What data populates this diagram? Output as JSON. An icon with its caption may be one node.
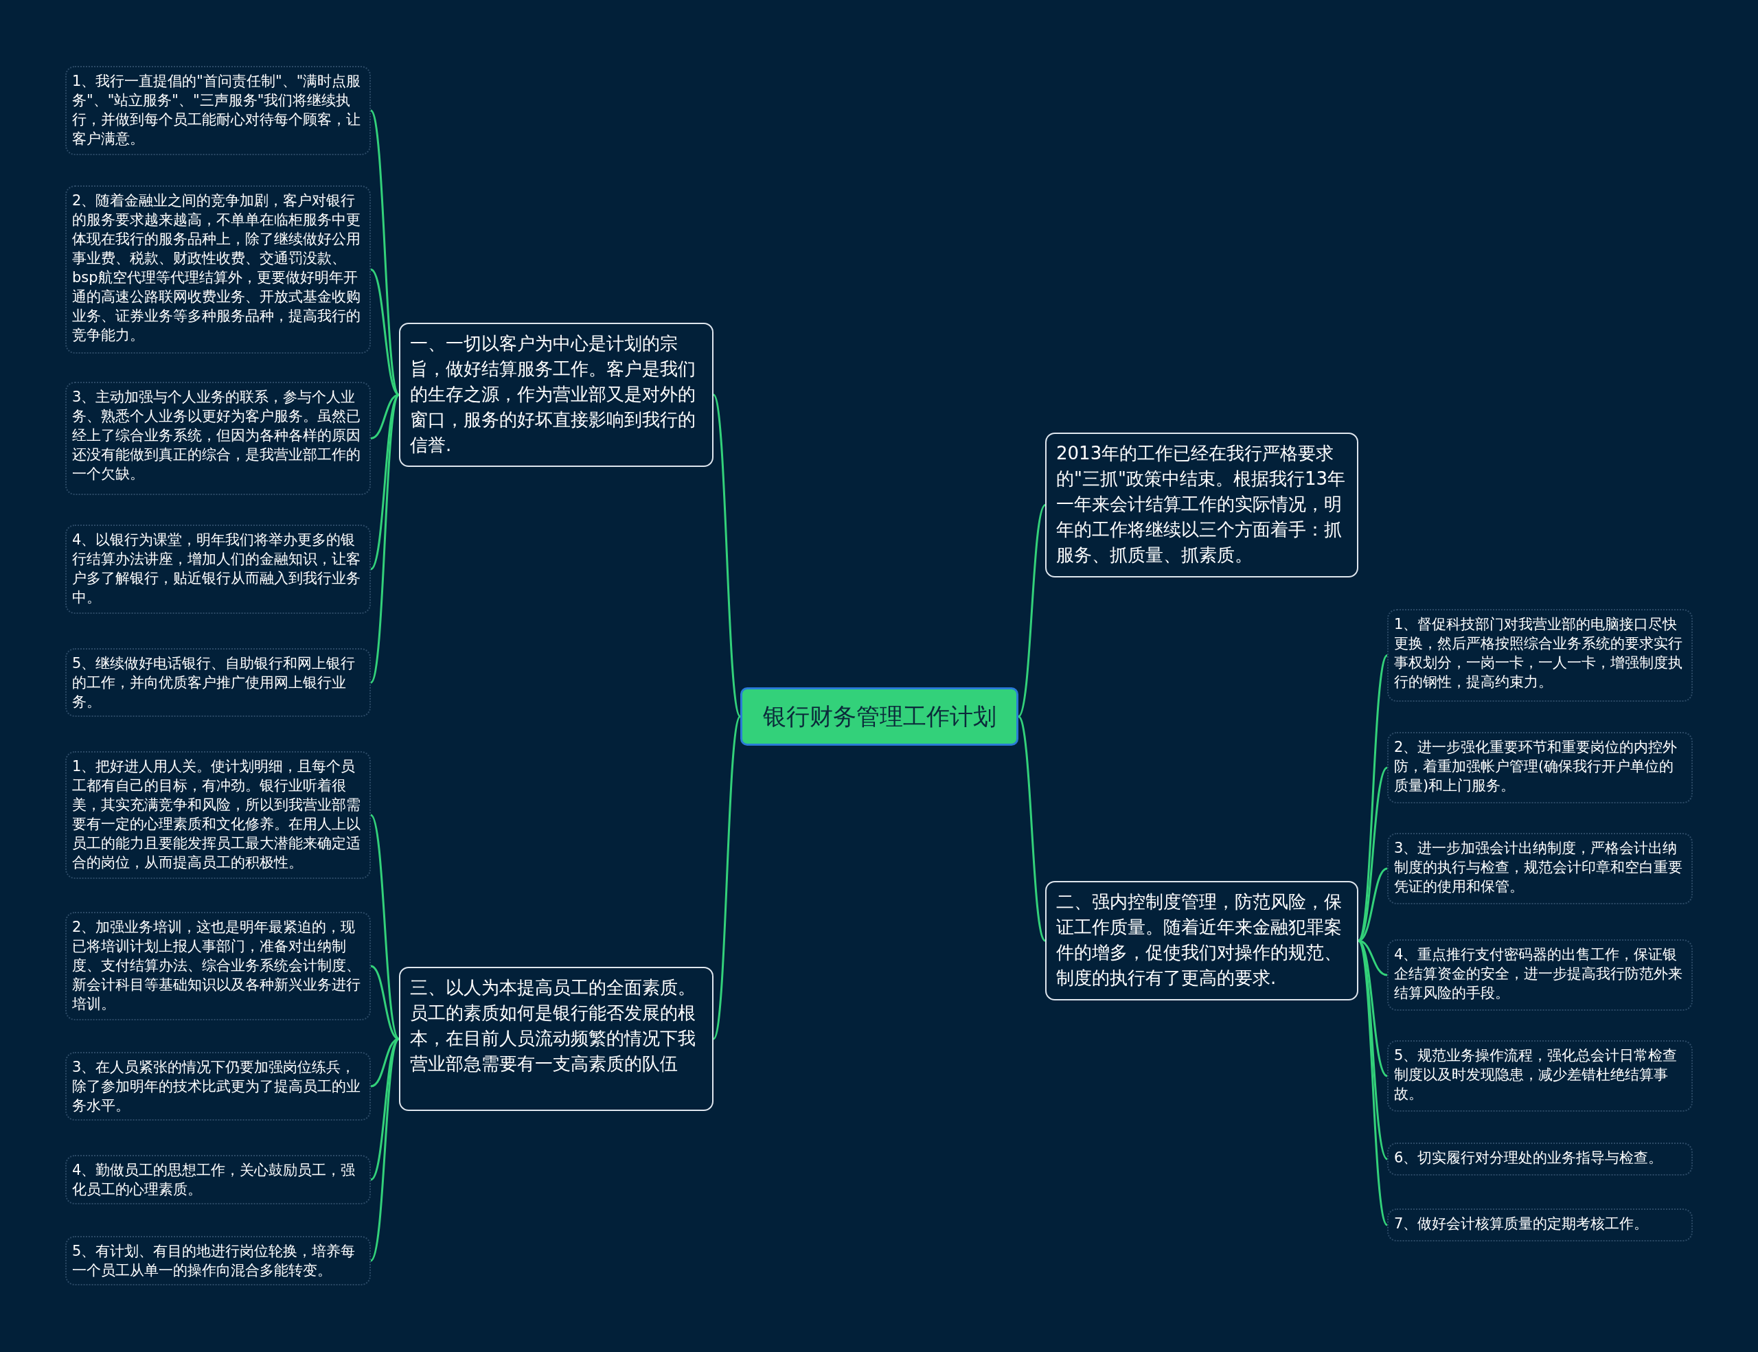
{
  "diagram": {
    "nodes": [
      {
        "text": [
          "银行财务管理工作计划"
        ]
      },
      {
        "text": [
          "一、一切以客户为中心是计划的宗旨，做好结算服务工作。客户是我们的生存之源，作为营业部又是对外的窗口，服务的好坏直接影响到我行的信誉."
        ]
      },
      {
        "text": [
          "1、我行一直提倡的\"首问责任制\"、\"满时点服务\"、\"站立服务\"、\"三声服务\"我们将继续执行，并做到每个员工能耐心对待每个顾客，让客户满意。"
        ]
      },
      {
        "text": [
          "2、随着金融业之间的竞争加剧，客户对银行的服务要求越来越高，不单单在临柜服务中更体现在我行的服务品种上，除了继续做好公用事业费、税款、财政性收费、交通罚没款、bsp航空代理等代理结算外，更要做好明年开通的高速公路联网收费业务、开放式基金收购业务、证券业务等多种服务品种，提高我行的竞争能力。"
        ]
      },
      {
        "text": [
          "3、主动加强与个人业务的联系，参与个人业务、熟悉个人业务以更好为客户服务。虽然已经上了综合业务系统，但因为各种各样的原因还没有能做到真正的综合，是我营业部工作的一个欠缺。"
        ]
      },
      {
        "text": [
          "4、以银行为课堂，明年我们将举办更多的银行结算办法讲座，增加人们的金融知识，让客户多了解银行，贴近银行从而融入到我行业务中。"
        ]
      },
      {
        "text": [
          "5、继续做好电话银行、自助银行和网上银行的工作，并向优质客户推广使用网上银行业务。"
        ]
      },
      {
        "text": [
          "三、以人为本提高员工的全面素质。员工的素质如何是银行能否发展的根本，在目前人员流动频繁的情况下我营业部急需要有一支高素质的队伍"
        ]
      },
      {
        "text": [
          "1、把好进人用人关。使计划明细，且每个员工都有自己的目标，有冲劲。银行业听着很美，其实充满竞争和风险，所以到我营业部需要有一定的心理素质和文化修养。在用人上以员工的能力且要能发挥员工最大潜能来确定适合的岗位，从而提高员工的积极性。"
        ]
      },
      {
        "text": [
          "2、加强业务培训，这也是明年最紧迫的，现已将培训计划上报人事部门，准备对出纳制度、支付结算办法、综合业务系统会计制度、新会计科目等基础知识以及各种新兴业务进行培训。"
        ]
      },
      {
        "text": [
          "3、在人员紧张的情况下仍要加强岗位练兵，除了参加明年的技术比武更为了提高员工的业务水平。"
        ]
      },
      {
        "text": [
          "4、勤做员工的思想工作，关心鼓励员工，强化员工的心理素质。"
        ]
      },
      {
        "text": [
          "5、有计划、有目的地进行岗位轮换，培养每一个员工从单一的操作向混合多能转变。"
        ]
      },
      {
        "text": [
          "2013年的工作已经在我行严格要求的\"三抓\"政策中结束。根据我行13年一年来会计结算工作的实际情况，明年的工作将继续以三个方面着手：抓服务、抓质量、抓素质。"
        ]
      },
      {
        "text": [
          "二、强内控制度管理，防范风险，保证工作质量。随着近年来金融犯罪案件的增多，促使我们对操作的规范、制度的执行有了更高的要求."
        ]
      },
      {
        "text": [
          "1、督促科技部门对我营业部的电脑接口尽快更换，然后严格按照综合业务系统的要求实行事权划分，一岗一卡，一人一卡，增强制度执行的钢性，提高约束力。"
        ]
      },
      {
        "text": [
          "2、进一步强化重要环节和重要岗位的内控外防，着重加强帐户管理(确保我行开户单位的质量)和上门服务。"
        ]
      },
      {
        "text": [
          "3、进一步加强会计出纳制度，严格会计出纳制度的执行与检查，规范会计印章和空白重要凭证的使用和保管。"
        ]
      },
      {
        "text": [
          "4、重点推行支付密码器的出售工作，保证银企结算资金的安全，进一步提高我行防范外来结算风险的手段。"
        ]
      },
      {
        "text": [
          "5、规范业务操作流程，强化总会计日常检查制度以及时发现隐患，减少差错杜绝结算事故。"
        ]
      },
      {
        "text": [
          "6、切实履行对分理处的业务指导与检查。"
        ]
      },
      {
        "text": [
          "7、做好会计核算质量的定期考核工作。"
        ]
      }
    ],
    "edges": [
      {
        "from": 0,
        "to": 1,
        "arrow": "none"
      },
      {
        "from": 1,
        "to": 2,
        "arrow": "none"
      },
      {
        "from": 1,
        "to": 3,
        "arrow": "none"
      },
      {
        "from": 1,
        "to": 4,
        "arrow": "none"
      },
      {
        "from": 1,
        "to": 5,
        "arrow": "none"
      },
      {
        "from": 1,
        "to": 6,
        "arrow": "none"
      },
      {
        "from": 0,
        "to": 7,
        "arrow": "none"
      },
      {
        "from": 7,
        "to": 8,
        "arrow": "none"
      },
      {
        "from": 7,
        "to": 9,
        "arrow": "none"
      },
      {
        "from": 7,
        "to": 10,
        "arrow": "none"
      },
      {
        "from": 7,
        "to": 11,
        "arrow": "none"
      },
      {
        "from": 7,
        "to": 12,
        "arrow": "none"
      },
      {
        "from": 0,
        "to": 13,
        "arrow": "none"
      },
      {
        "from": 0,
        "to": 14,
        "arrow": "none"
      },
      {
        "from": 14,
        "to": 15,
        "arrow": "none"
      },
      {
        "from": 14,
        "to": 16,
        "arrow": "none"
      },
      {
        "from": 14,
        "to": 17,
        "arrow": "none"
      },
      {
        "from": 14,
        "to": 18,
        "arrow": "none"
      },
      {
        "from": 14,
        "to": 19,
        "arrow": "none"
      },
      {
        "from": 14,
        "to": 20,
        "arrow": "none"
      },
      {
        "from": 14,
        "to": 21,
        "arrow": "none"
      }
    ]
  }
}
